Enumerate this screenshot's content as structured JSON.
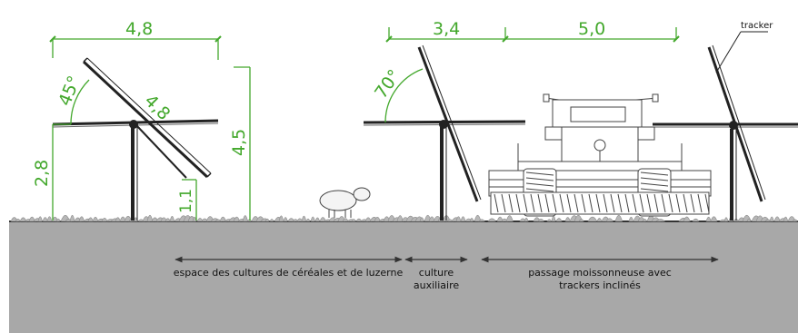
{
  "colors": {
    "dimension": "#43a82c",
    "ground": "#a8a8a8",
    "structure": "#222222",
    "vegetation": "#b5b5b5"
  },
  "dimensions": {
    "span_left": "4,8",
    "angle_45": "45°",
    "panel_length": "4,8",
    "height_2_8": "2,8",
    "height_4_5": "4,5",
    "height_1_1": "1,1",
    "angle_70": "70°",
    "span_3_4": "3,4",
    "span_5_0": "5,0"
  },
  "labels": {
    "tracker": "tracker",
    "zone_crops": "espace des cultures de céréales et de luzerne",
    "zone_aux_line1": "culture",
    "zone_aux_line2": "auxiliaire",
    "zone_harvester_line1": "passage moissonneuse avec",
    "zone_harvester_line2": "trackers inclinés"
  }
}
